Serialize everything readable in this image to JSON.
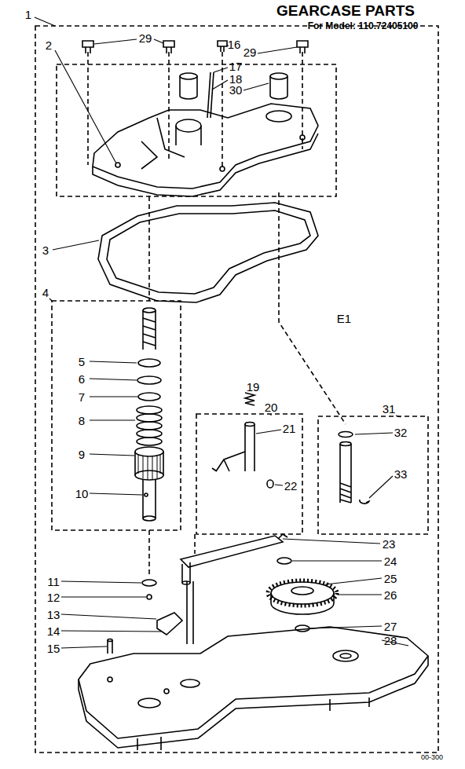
{
  "diagram": {
    "title": "GEARCASE PARTS",
    "labels": [
      "For Model: 110.72405100",
      "1",
      "2",
      "29",
      "29",
      "16",
      "17",
      "18",
      "30",
      "3",
      "4",
      "E1",
      "5",
      "6",
      "7",
      "8",
      "9",
      "10",
      "19",
      "20",
      "21",
      "22",
      "31",
      "32",
      "33",
      "11",
      "12",
      "13",
      "14",
      "15",
      "23",
      "24",
      "25",
      "26",
      "27",
      "28",
      "00-300"
    ]
  }
}
